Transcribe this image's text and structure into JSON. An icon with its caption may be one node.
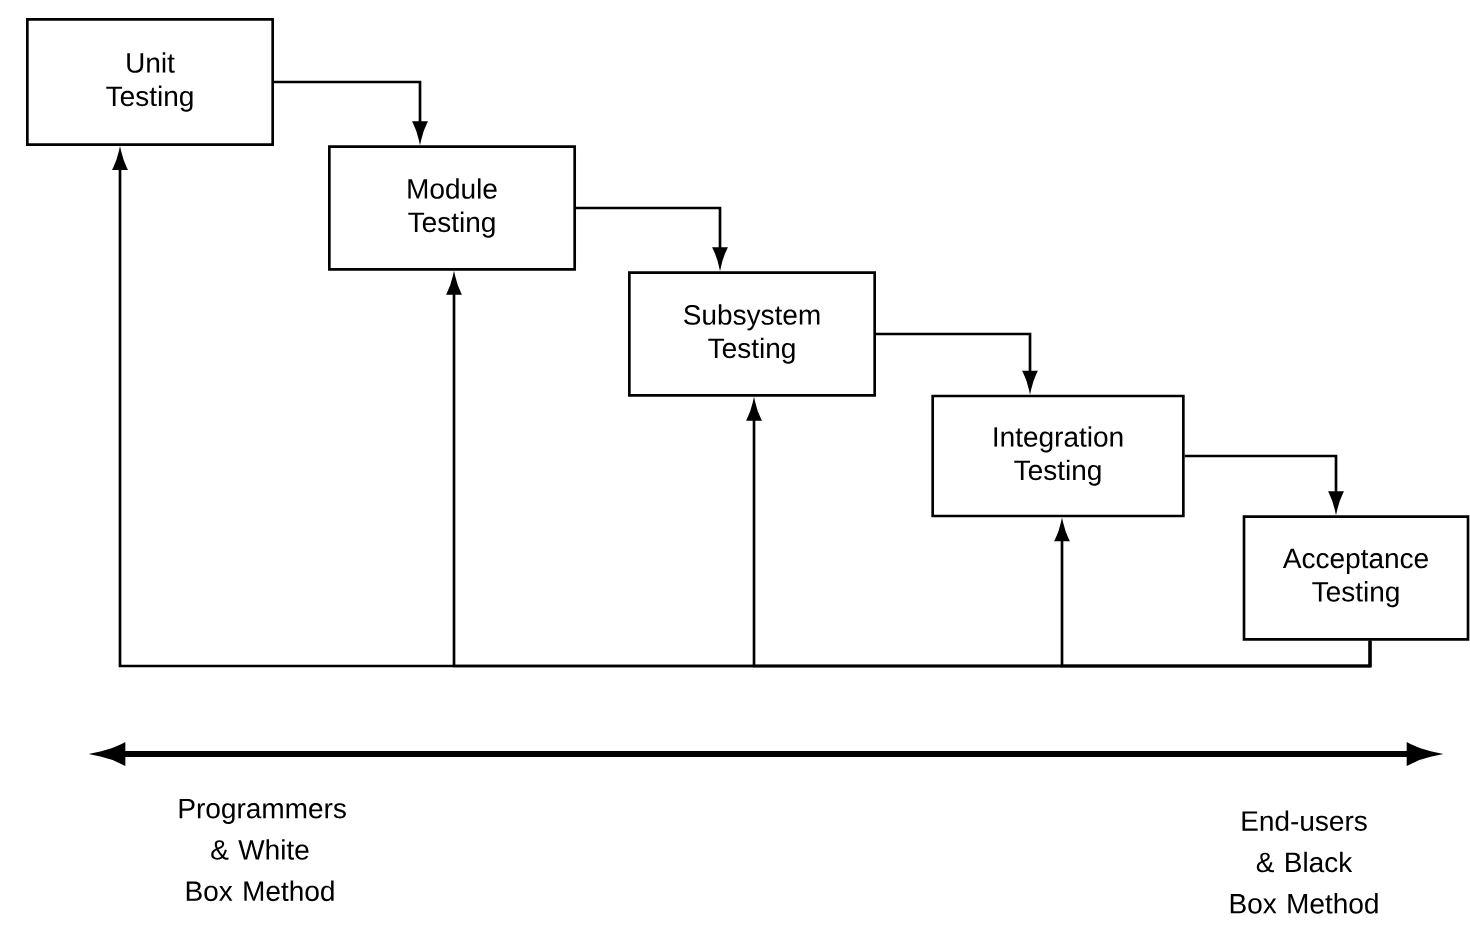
{
  "diagram": {
    "nodes": [
      {
        "text": [
          "Unit Testing"
        ]
      },
      {
        "text": [
          "Module Testing"
        ]
      },
      {
        "text": [
          "Subsystem Testing"
        ]
      },
      {
        "text": [
          "Integration Testing"
        ]
      },
      {
        "text": [
          "Acceptance Testing"
        ]
      }
    ],
    "edges": [
      {
        "from": 0,
        "to": 1,
        "arrow": "to"
      },
      {
        "from": 1,
        "to": 2,
        "arrow": "to"
      },
      {
        "from": 2,
        "to": 3,
        "arrow": "to"
      },
      {
        "from": 3,
        "to": 4,
        "arrow": "to"
      },
      {
        "from": 4,
        "to": 3,
        "arrow": "to"
      },
      {
        "from": 4,
        "to": 2,
        "arrow": "to"
      },
      {
        "from": 4,
        "to": 1,
        "arrow": "to"
      },
      {
        "from": 4,
        "to": 0,
        "arrow": "to"
      }
    ],
    "labels": [
      "Programmers & White Box Method",
      "End-users & Black Box Method"
    ]
  }
}
